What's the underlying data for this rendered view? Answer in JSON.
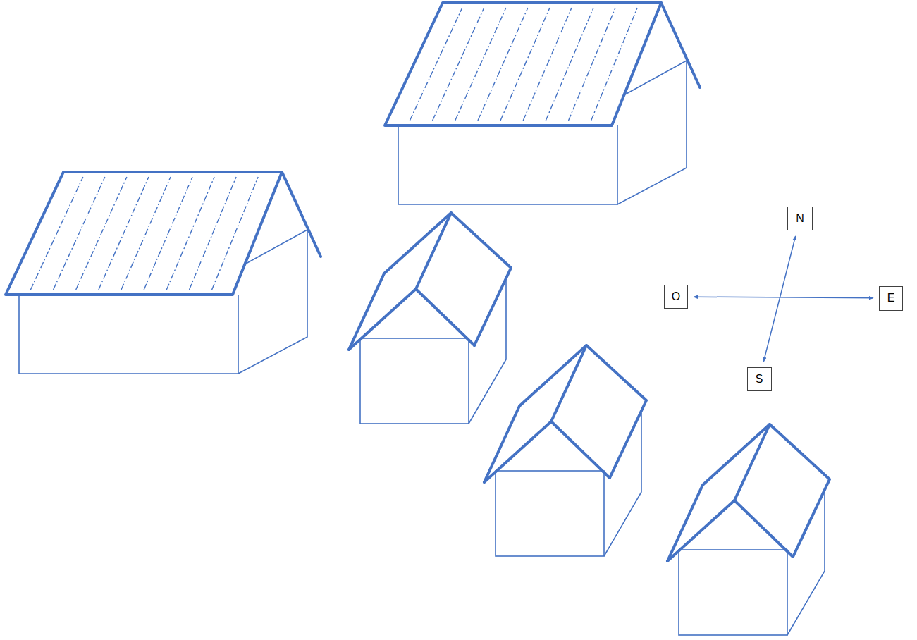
{
  "diagram": {
    "nodes": [
      {
        "text": [
          "N"
        ]
      },
      {
        "text": [
          "O"
        ]
      },
      {
        "text": [
          "E"
        ]
      },
      {
        "text": [
          "S"
        ]
      }
    ],
    "edges": [
      {
        "from": 0,
        "to": 3,
        "arrow": "both"
      },
      {
        "from": 1,
        "to": 2,
        "arrow": "both"
      }
    ]
  }
}
